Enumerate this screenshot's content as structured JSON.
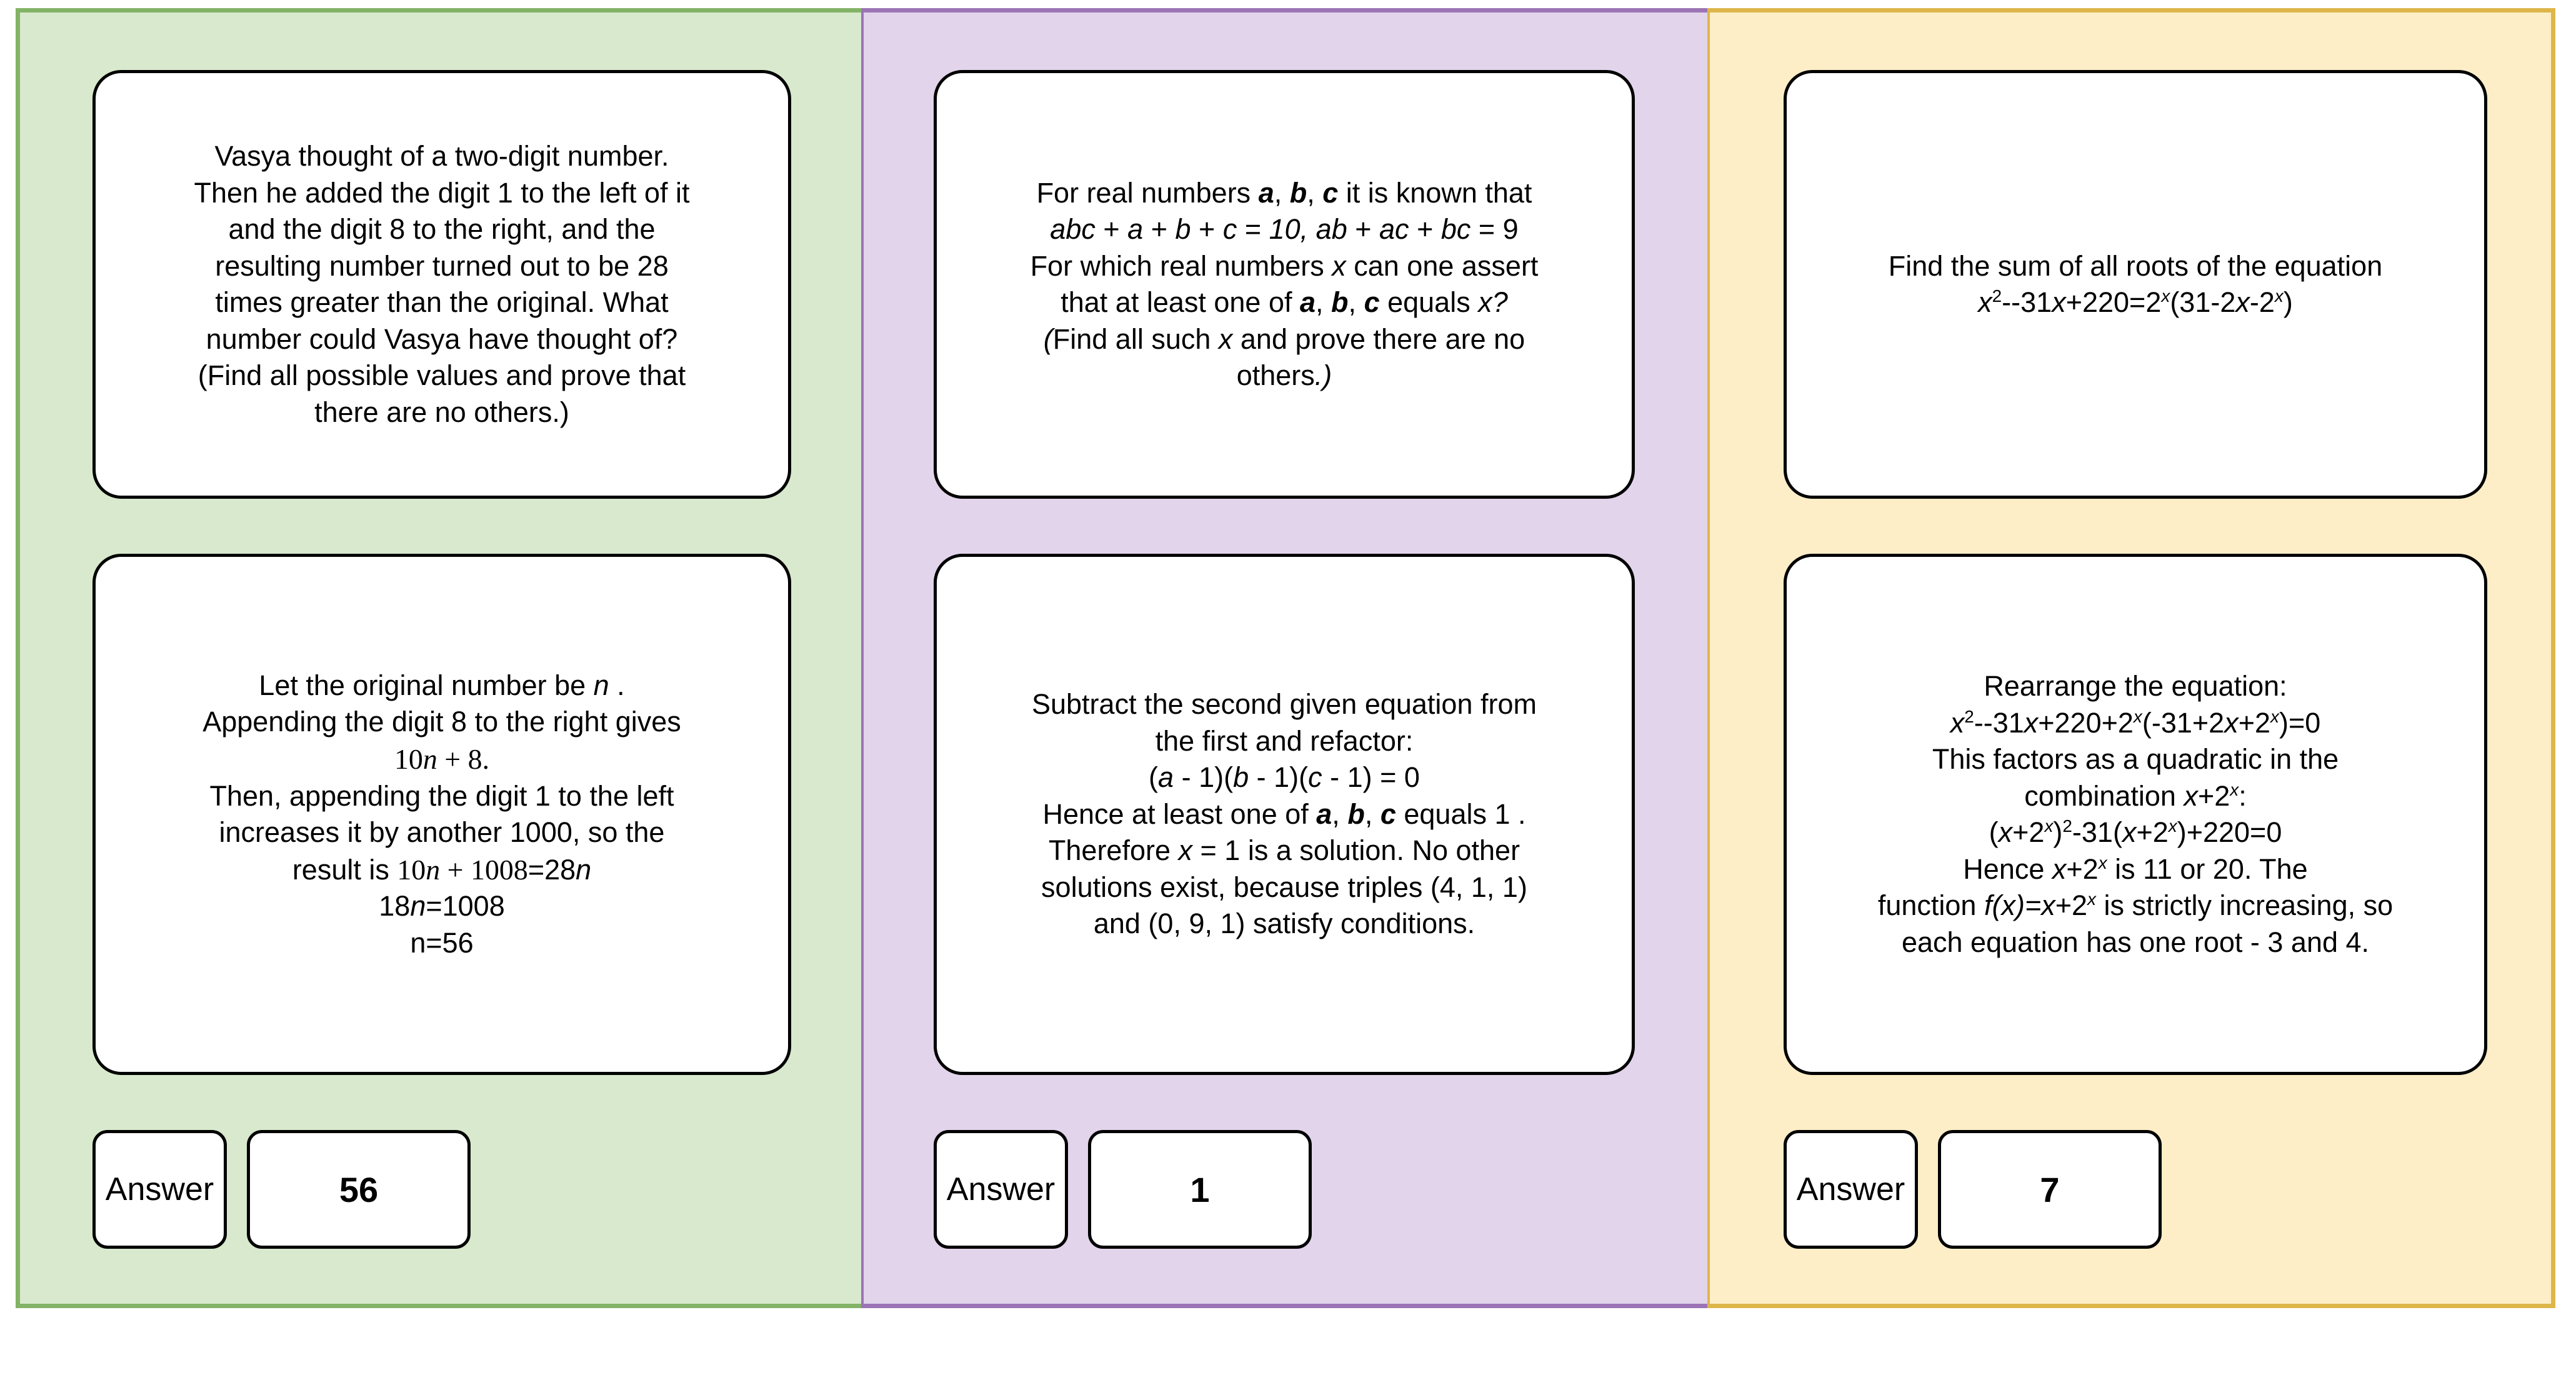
{
  "columns": [
    {
      "id": "column-green",
      "accent": "#83b366",
      "background": "#d8e9cd",
      "question": "Vasya thought of a two-digit number. Then he added the digit 1 to the left of it and the digit 8 to the right, and the resulting number turned out to be 28 times greater than the original. What number could Vasya have thought of? (Find all possible values and prove that there are no others.)",
      "solution": "Let the original number be n . Appending the digit 8 to the right gives 10n + 8. Then, appending the digit 1 to the left increases it by another 1000, so the result is 10n + 1008=28n 18n=1008 n=56",
      "answer_label": "Answer",
      "answer_value": "56"
    },
    {
      "id": "column-purple",
      "accent": "#9b74b5",
      "background": "#e2d4ea",
      "question": "For real numbers a, b, c it is known that abc + a + b + c = 10, ab + ac + bc = 9 For which real numbers x can one assert that at least one of a, b, c equals x? (Find all such x and prove there are no others.)",
      "solution": "Subtract the second given equation from the first and refactor: (a - 1)(b - 1)(c - 1) = 0 Hence at least one of a, b, c equals 1 . Therefore x = 1 is a solution. No other solutions exist, because triples (4, 1, 1) and (0, 9, 1) satisfy conditions.",
      "answer_label": "Answer",
      "answer_value": "1"
    },
    {
      "id": "column-yellow",
      "accent": "#ddb64a",
      "background": "#fdeec8",
      "question": "Find the sum of all roots of the equation x2--31x+220=2x(31-2x-2x)",
      "solution": "Rearrange the equation: x2--31x+220+2x(-31+2x+2x)=0 This factors as a quadratic in the combination x+2x: (x+2x)2-31(x+2x)+220=0 Hence x+2x is 11 or 20. The function f(x)=x+2x is strictly increasing, so each equation has one root - 3 and 4.",
      "answer_label": "Answer",
      "answer_value": "7"
    }
  ],
  "q1_lines": [
    "Vasya thought of a two-digit number.",
    "Then he added the digit 1 to the left of it",
    "and the digit 8 to the right, and the",
    "resulting number turned out to be 28",
    "times greater than the original. What",
    "number could Vasya have thought of?",
    "(Find all possible values and prove that",
    "there are no others.)"
  ],
  "s1_lines": [
    "Let the original number be n .",
    "Appending the digit 8 to the right gives",
    "10n + 8.",
    "Then, appending the digit 1 to the left",
    "increases it by another 1000, so the",
    "result is 10n + 1008=28n",
    "18n=1008",
    "n=56"
  ],
  "q2_lines": [
    "For real numbers a, b, c it is known that",
    "abc + a + b + c = 10, ab + ac + bc = 9",
    "For which real numbers x can one assert",
    "that at least one of a, b, c equals x?",
    "(Find all such x and prove there are no",
    "others.)"
  ],
  "s2_lines": [
    "Subtract the second given equation from",
    "the first and refactor:",
    "(a - 1)(b - 1)(c - 1) = 0",
    "Hence at least one of a, b, c equals 1 .",
    "Therefore x = 1 is a solution. No other",
    "solutions exist, because triples (4, 1, 1)",
    "and (0, 9, 1) satisfy conditions."
  ],
  "q3_lines": [
    "Find the sum of all roots of the equation",
    "x2--31x+220=2x(31-2x-2x)"
  ],
  "s3_lines": [
    "Rearrange the equation:",
    "x2--31x+220+2x(-31+2x+2x)=0",
    "This factors as a quadratic in the",
    "combination x+2x:",
    "(x+2x)2-31(x+2x)+220=0",
    "Hence x+2x is 11 or 20. The",
    "function f(x)=x+2x is strictly increasing, so",
    "each equation has one root - 3 and 4."
  ]
}
